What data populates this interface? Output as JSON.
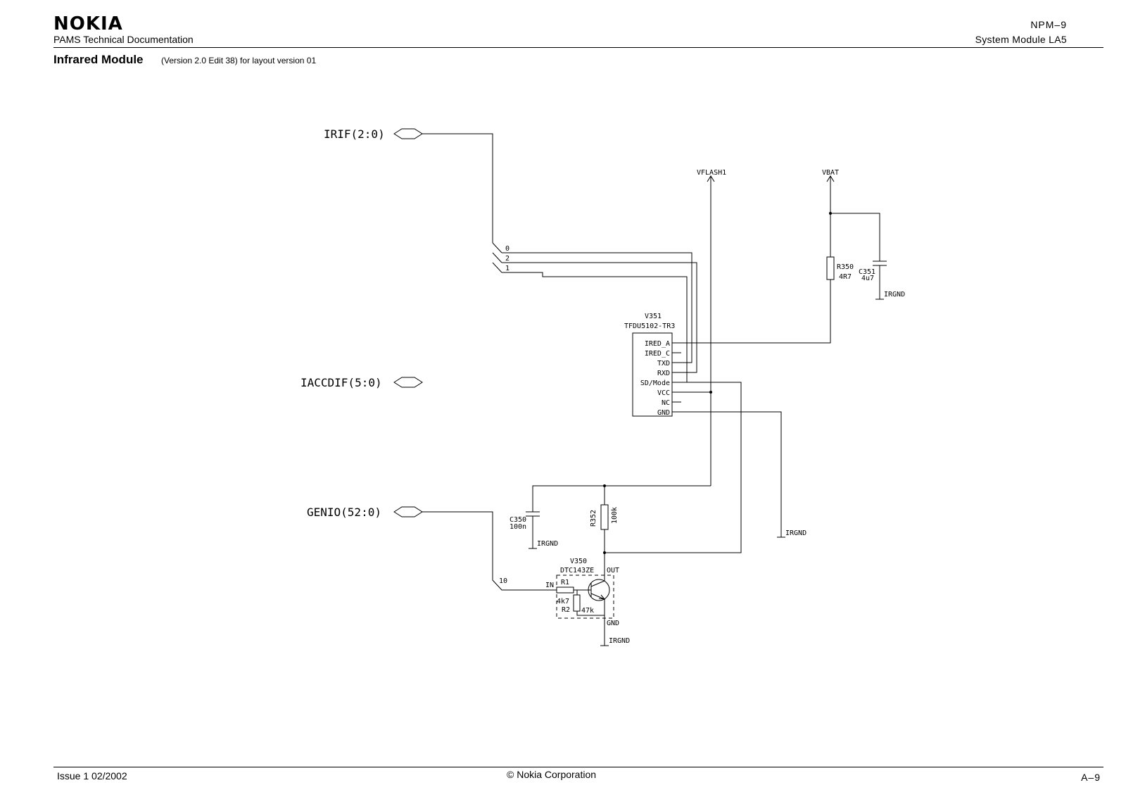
{
  "header": {
    "brand": "NOKIA",
    "doc_title": "PAMS Technical Documentation",
    "model": "NPM–9",
    "module": "System Module LA5"
  },
  "section": {
    "title": "Infrared Module",
    "note": "(Version 2.0  Edit 38) for layout version 01"
  },
  "schematic": {
    "buses": {
      "irif": "IRIF(2:0)",
      "iaccdif": "IACCDIF(5:0)",
      "genio": "GENIO(52:0)"
    },
    "bus_taps": {
      "b0": "0",
      "b2": "2",
      "b1": "1",
      "b10": "10"
    },
    "power": {
      "vflash": "VFLASH1",
      "vbat": "VBAT"
    },
    "grounds": {
      "g1": "IRGND",
      "g2": "IRGND",
      "g3": "IRGND",
      "g4": "IRGND"
    },
    "ir_module": {
      "ref": "V351",
      "part": "TFDU5102-TR3",
      "pins": [
        "IRED_A",
        "IRED_C",
        "TXD",
        "RXD",
        "SD/Mode",
        "VCC",
        "NC",
        "GND"
      ]
    },
    "components": {
      "r350": {
        "ref": "R350",
        "value": "4R7"
      },
      "c351": {
        "ref": "C351",
        "value": "4u7"
      },
      "c350": {
        "ref": "C350",
        "value": "100n"
      },
      "r352": {
        "ref": "R352",
        "value": "100k"
      }
    },
    "transistor": {
      "ref": "V350",
      "part": "DTC143ZE",
      "in": "IN",
      "out": "OUT",
      "gnd": "GND",
      "r1": "R1",
      "r1_value": "4k7",
      "r2": "R2",
      "r2_value": "47k"
    }
  },
  "footer": {
    "issue": "Issue 1  02/2002",
    "copyright": "© Nokia Corporation",
    "page": "A–9"
  }
}
